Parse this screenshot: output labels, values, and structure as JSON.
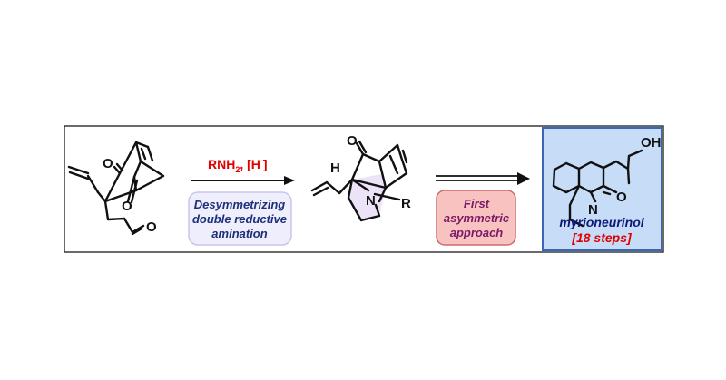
{
  "scheme": {
    "step1": {
      "reagent": "RNH",
      "reagent_sub": "2",
      "reagent_suffix": ", [H",
      "reagent_sup": "-",
      "reagent_close": "]",
      "label_lines": [
        "Desymmetrizing",
        "double reductive",
        "amination"
      ]
    },
    "intermediate": {
      "atoms": {
        "o": "O",
        "h": "H",
        "n": "N",
        "r": "R"
      }
    },
    "step2": {
      "label_lines": [
        "First",
        "asymmetric",
        "approach"
      ]
    },
    "product": {
      "name": "myrioneurinol",
      "steps": "[18 steps]",
      "atoms": {
        "oh": "OH",
        "n": "N",
        "o": "O"
      }
    },
    "start_material": {
      "atoms": {
        "o1": "O",
        "o2": "O",
        "o3": "O"
      }
    },
    "colors": {
      "reagent": "#e00000",
      "step1_box_fill": "#eeeefc",
      "step1_box_stroke": "#c8c6ec",
      "step1_text": "#1c2f7a",
      "step2_box_fill": "#f8c2c0",
      "step2_box_stroke": "#d06a6a",
      "step2_text": "#7a1a66",
      "product_box_fill": "#c7dcf6",
      "product_box_stroke": "#3a66b8",
      "product_name": "#0d1a7a",
      "product_steps": "#e00000",
      "highlight": "#e9dcf6"
    }
  }
}
